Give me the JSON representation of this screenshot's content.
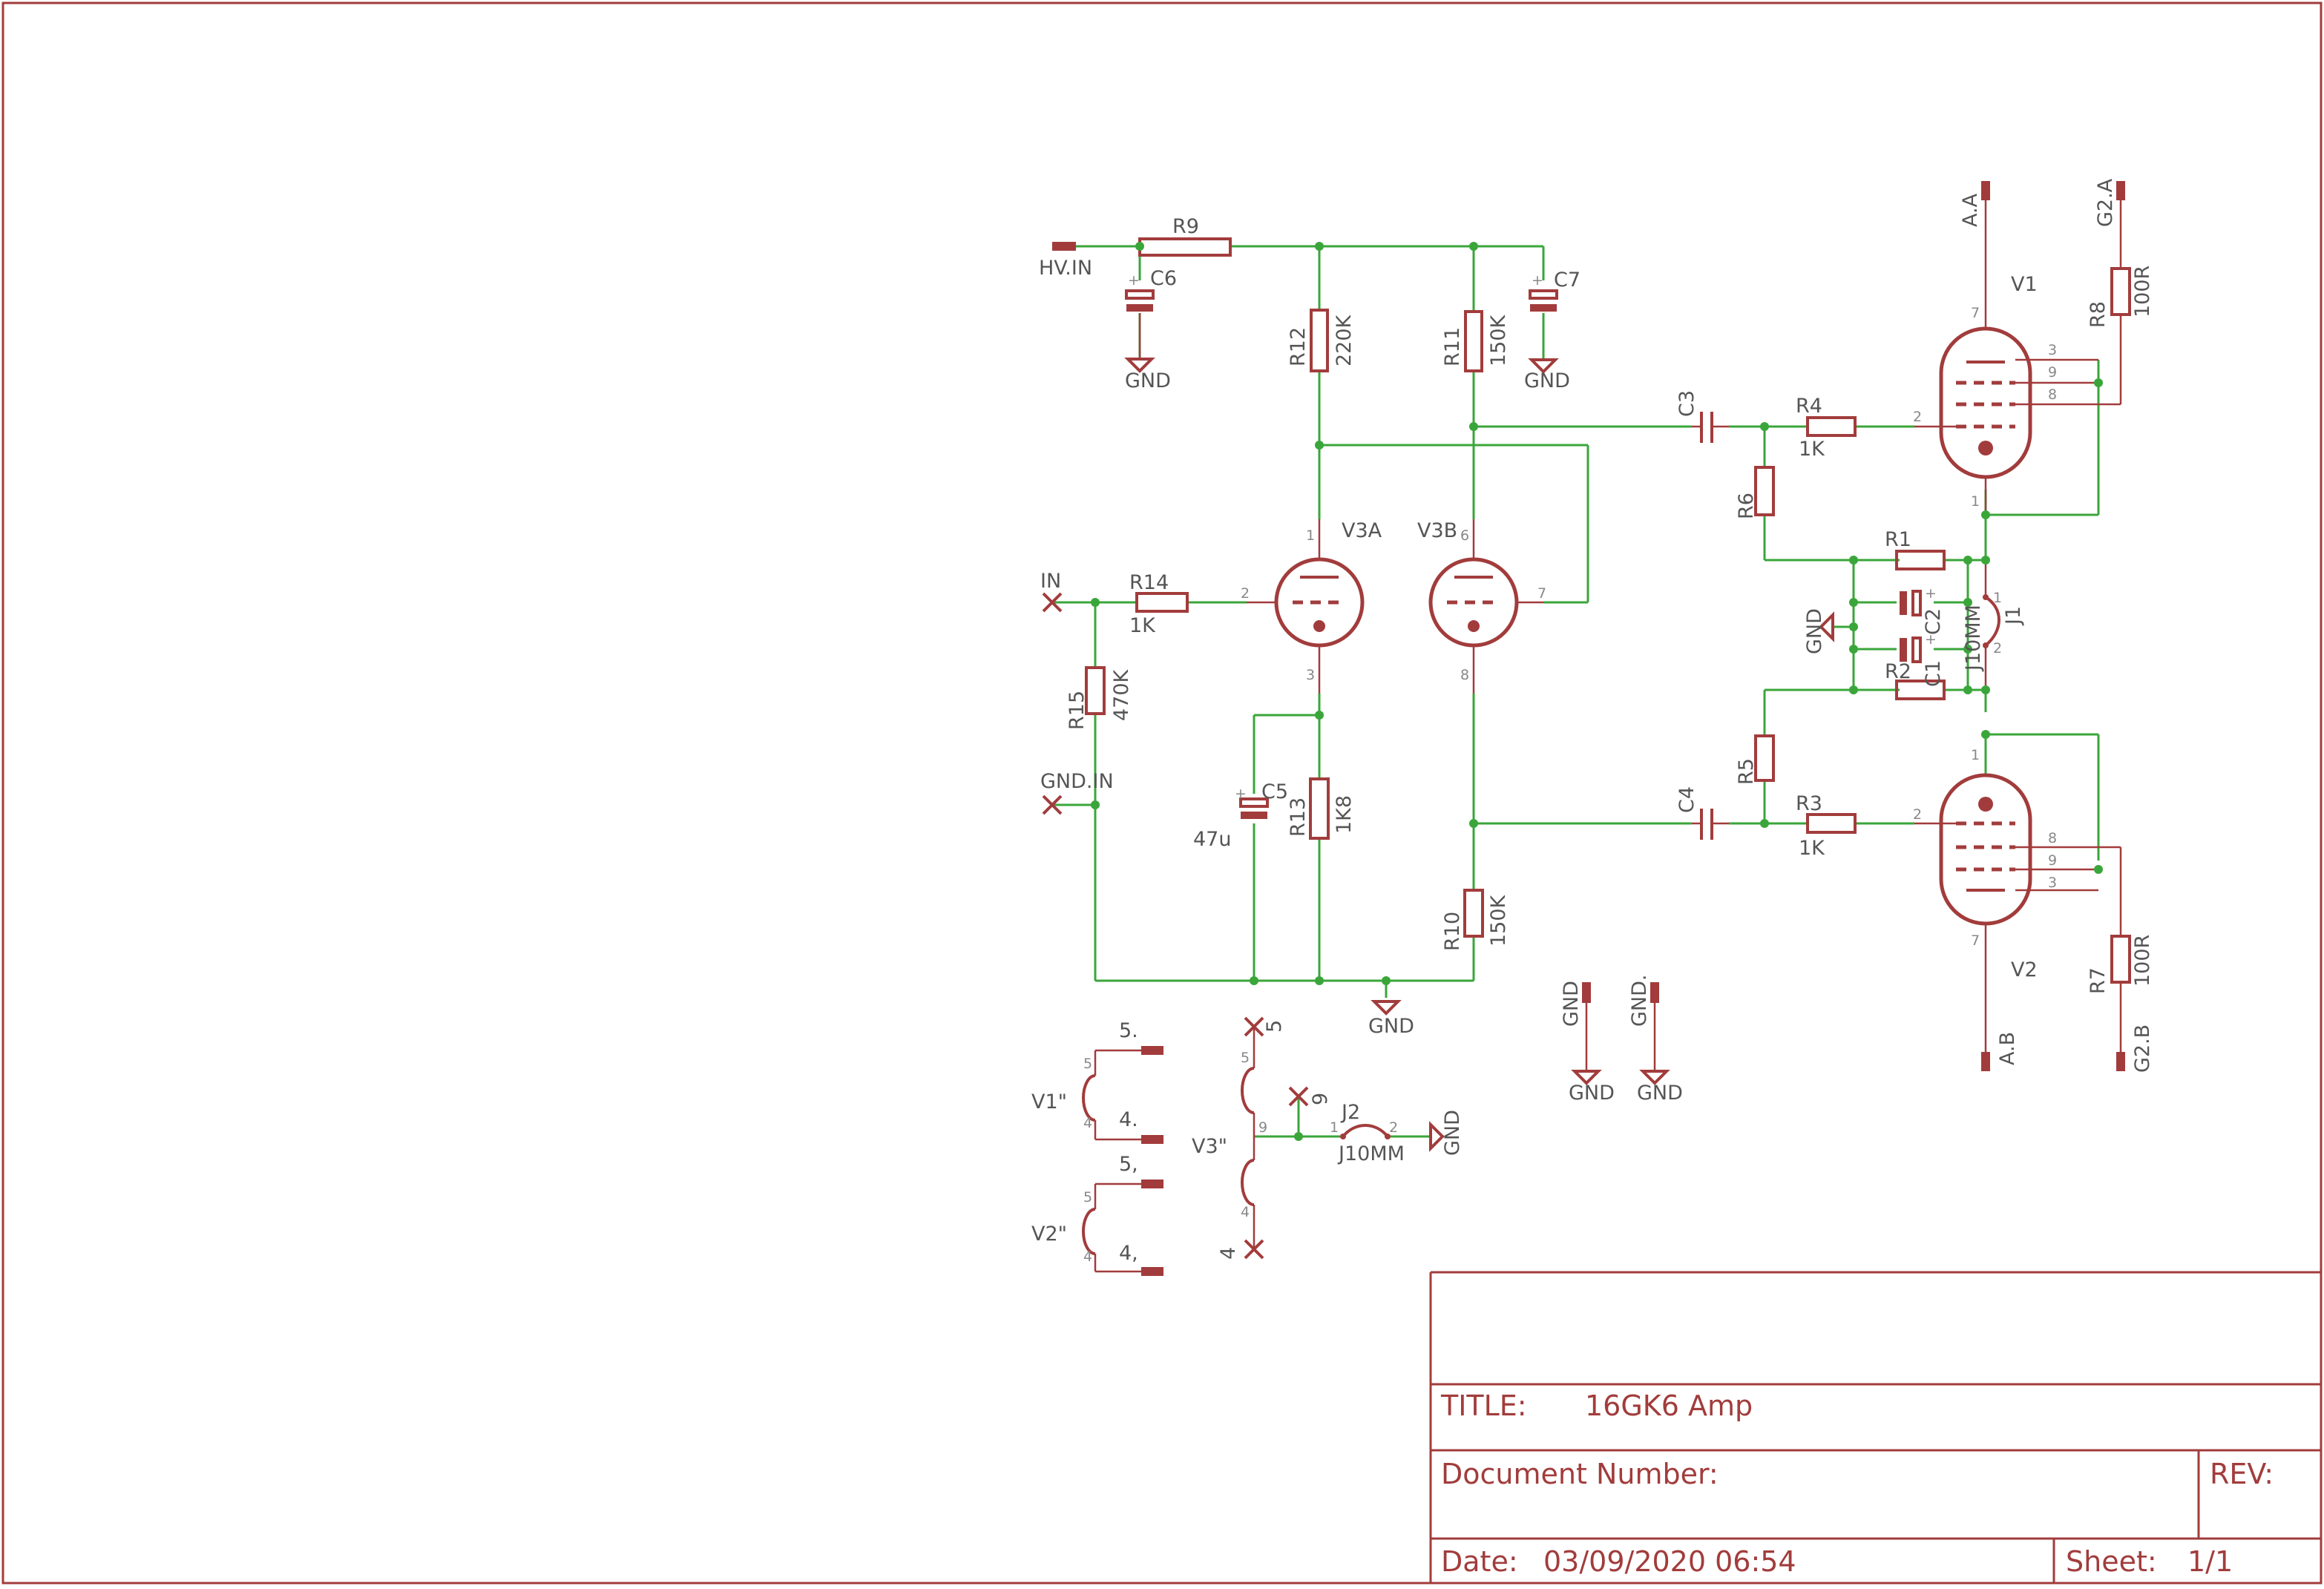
{
  "title_block": {
    "title_label": "TITLE:",
    "title_value": "16GK6 Amp",
    "doc_number_label": "Document Number:",
    "rev_label": "REV:",
    "date_label": "Date:",
    "date_value": "03/09/2020 06:54",
    "sheet_label": "Sheet:",
    "sheet_value": "1/1"
  },
  "colors": {
    "symbol": "#a23c3c",
    "wire": "#3aa63a",
    "text": "#555555"
  },
  "nets": {
    "hv_in": "HV.IN",
    "in": "IN",
    "gnd_in": "GND.IN",
    "a_a": "A.A",
    "g2_a": "G2.A",
    "a_b": "A.B",
    "g2_b": "G2.B",
    "gnd": "GND",
    "gnd_port": "GND.",
    "fil_v1_5": "5.",
    "fil_v1_4": "4.",
    "fil_v2_5": "5,",
    "fil_v2_4": "4,",
    "fil_v3_5": "5",
    "fil_v3_4": "4",
    "fil_v3_9": "9"
  },
  "resistors": [
    {
      "ref": "R1",
      "value": ""
    },
    {
      "ref": "R2",
      "value": ""
    },
    {
      "ref": "R3",
      "value": "1K"
    },
    {
      "ref": "R4",
      "value": "1K"
    },
    {
      "ref": "R5",
      "value": ""
    },
    {
      "ref": "R6",
      "value": ""
    },
    {
      "ref": "R7",
      "value": "100R"
    },
    {
      "ref": "R8",
      "value": "100R"
    },
    {
      "ref": "R9",
      "value": ""
    },
    {
      "ref": "R10",
      "value": "150K"
    },
    {
      "ref": "R11",
      "value": "150K"
    },
    {
      "ref": "R12",
      "value": "220K"
    },
    {
      "ref": "R13",
      "value": "1K8"
    },
    {
      "ref": "R14",
      "value": "1K"
    },
    {
      "ref": "R15",
      "value": "470K"
    }
  ],
  "capacitors": [
    {
      "ref": "C1",
      "value": ""
    },
    {
      "ref": "C2",
      "value": ""
    },
    {
      "ref": "C3",
      "value": ""
    },
    {
      "ref": "C4",
      "value": ""
    },
    {
      "ref": "C5",
      "value": "47u"
    },
    {
      "ref": "C6",
      "value": ""
    },
    {
      "ref": "C7",
      "value": ""
    }
  ],
  "tubes": [
    {
      "ref": "V1"
    },
    {
      "ref": "V2"
    },
    {
      "ref": "V3A"
    },
    {
      "ref": "V3B"
    },
    {
      "ref": "V1\""
    },
    {
      "ref": "V2\""
    },
    {
      "ref": "V3\""
    }
  ],
  "jumpers": [
    {
      "ref": "J1",
      "value": "J10MM"
    },
    {
      "ref": "J2",
      "value": "J10MM"
    }
  ],
  "pins": {
    "p1": "1",
    "p2": "2",
    "p3": "3",
    "p4": "4",
    "p5": "5",
    "p6": "6",
    "p7": "7",
    "p8": "8",
    "p9": "9",
    "plus": "+"
  }
}
